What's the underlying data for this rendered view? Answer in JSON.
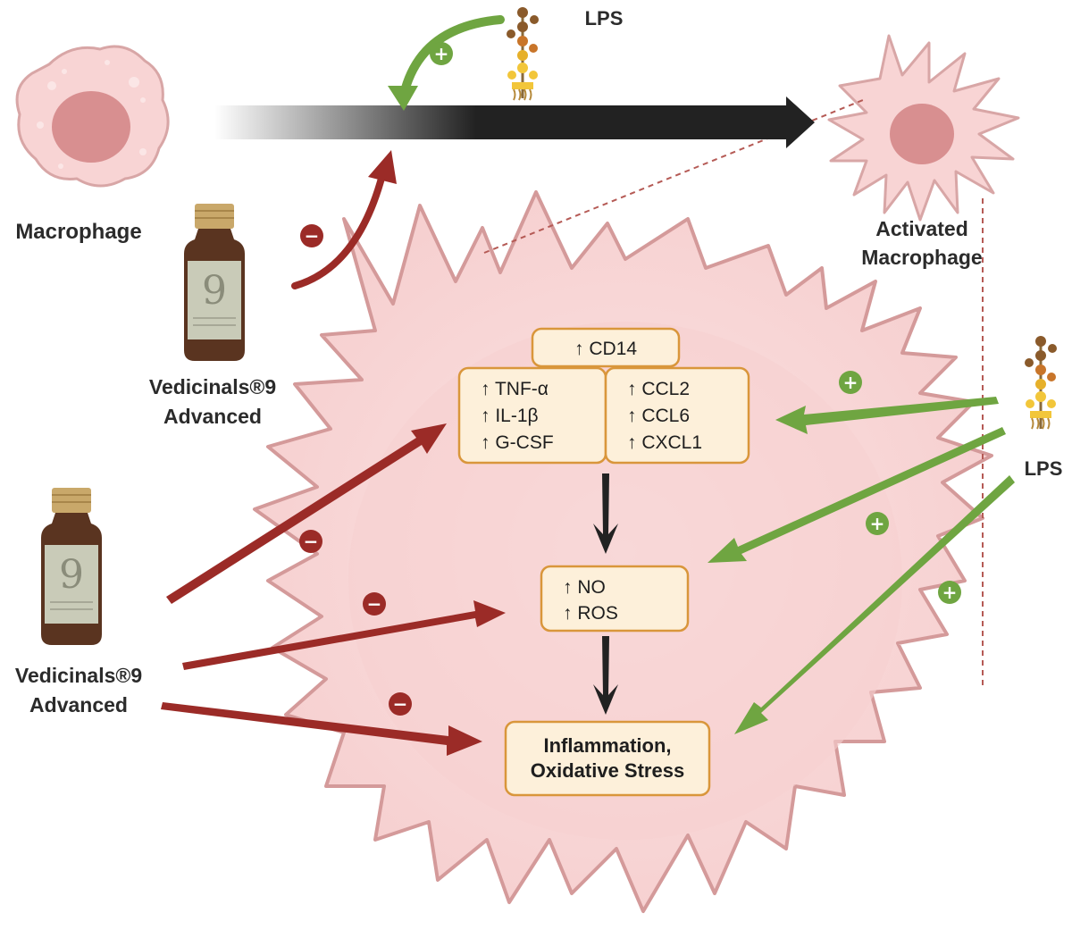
{
  "labels": {
    "macrophage": "Macrophage",
    "activated_line1": "Activated",
    "activated_line2": "Macrophage",
    "lps_top": "LPS",
    "lps_right": "LPS",
    "vedicinals_top_line1": "Vedicinals®9",
    "vedicinals_top_line2": "Advanced",
    "vedicinals_bottom_line1": "Vedicinals®9",
    "vedicinals_bottom_line2": "Advanced"
  },
  "boxes": {
    "cd14": "↑ CD14",
    "cytokines": [
      "↑ TNF-α",
      "↑ IL-1β",
      "↑ G-CSF"
    ],
    "chemokines": [
      "↑ CCL2",
      "↑ CCL6",
      "↑ CXCL1"
    ],
    "radicals": [
      "↑ NO",
      "↑ ROS"
    ],
    "outcome": [
      "Inflammation,",
      "Oxidative Stress"
    ]
  },
  "signs": {
    "plus": "+",
    "minus": "−"
  },
  "colors": {
    "cell_fill": "#f8d4d4",
    "cell_stroke": "#d49a9a",
    "nucleus": "#d88f90",
    "inhibit_arrow": "#9b2b27",
    "activate_arrow": "#6fa541",
    "flow_arrow": "#222222",
    "box_fill": "#fdf0da",
    "box_stroke": "#d9963b"
  }
}
